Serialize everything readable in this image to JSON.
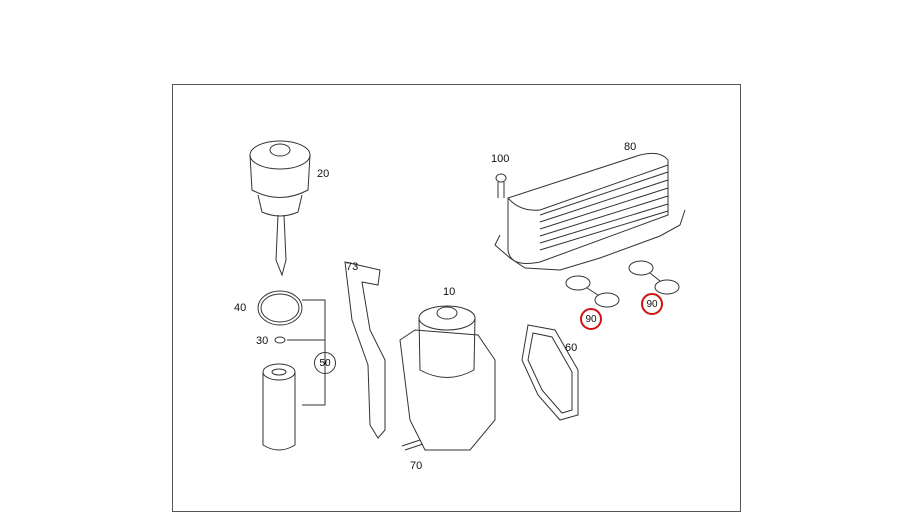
{
  "diagram": {
    "highlight_color": "#d11111",
    "parts": [
      {
        "id": "p20",
        "label": "20"
      },
      {
        "id": "p40",
        "label": "40"
      },
      {
        "id": "p30",
        "label": "30"
      },
      {
        "id": "p50",
        "label": "50"
      },
      {
        "id": "p73",
        "label": "73"
      },
      {
        "id": "p10",
        "label": "10"
      },
      {
        "id": "p70",
        "label": "70"
      },
      {
        "id": "p60",
        "label": "60"
      },
      {
        "id": "p100",
        "label": "100"
      },
      {
        "id": "p80",
        "label": "80"
      },
      {
        "id": "p90a",
        "label": "90"
      },
      {
        "id": "p90b",
        "label": "90"
      }
    ]
  }
}
